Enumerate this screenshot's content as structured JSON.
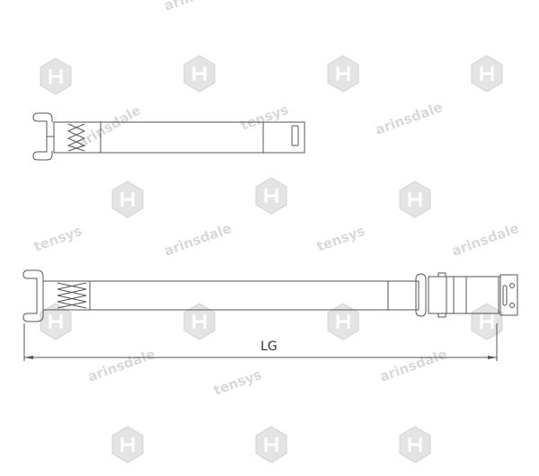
{
  "drawing": {
    "dimension_label": "LG",
    "line_color": "#555555"
  },
  "watermarks": {
    "text_a": "tensys",
    "text_b": "arinsdale",
    "logo_icon": "tensys-logo-icon",
    "color": "#d9d9d9"
  }
}
